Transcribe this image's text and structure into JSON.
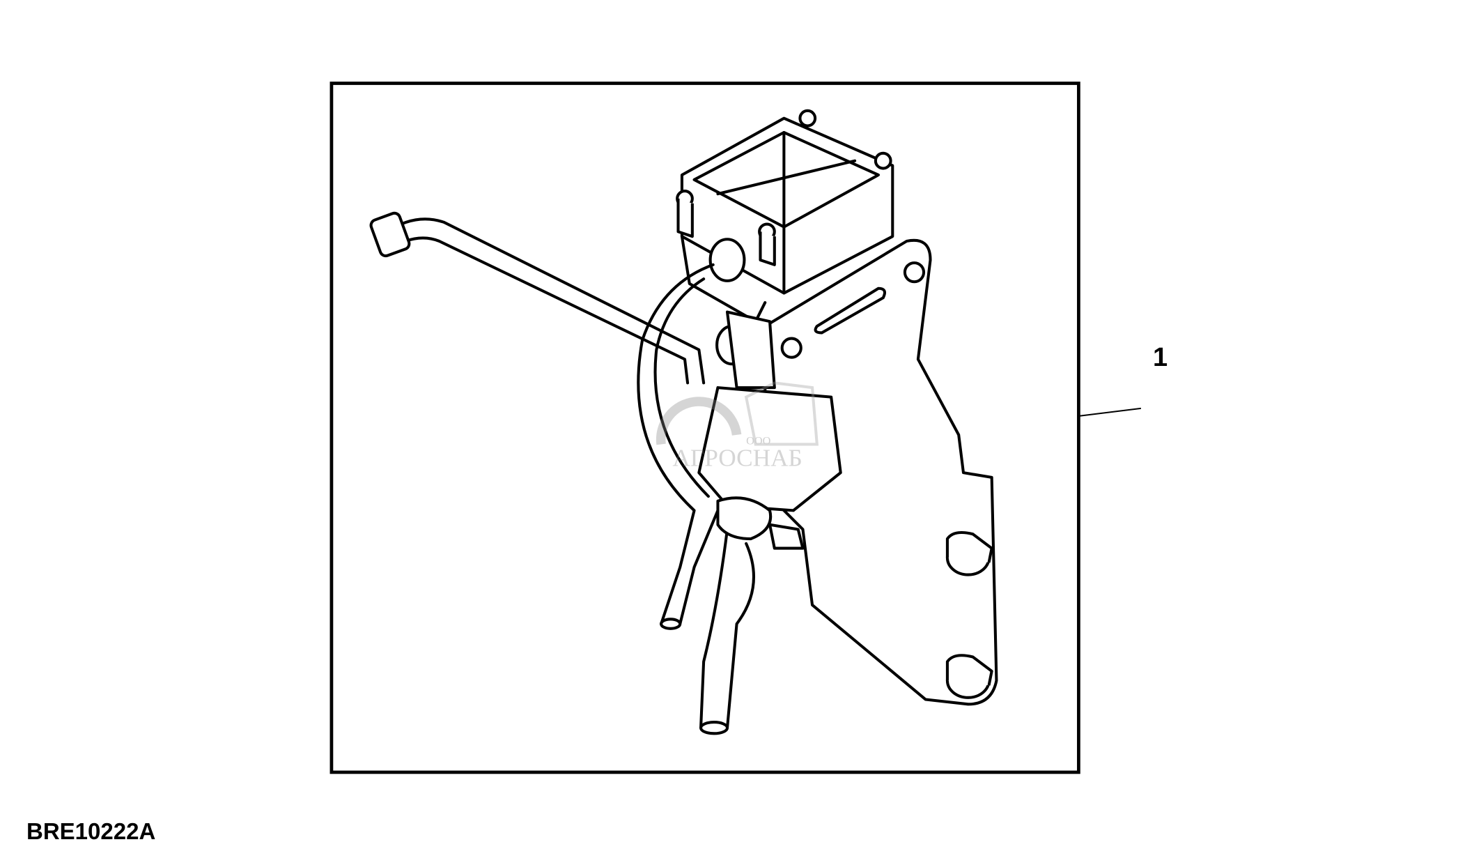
{
  "figure": {
    "id_label": "BRE10222A",
    "callouts": [
      {
        "number": "1"
      }
    ]
  },
  "watermark": {
    "line1": "ООО",
    "line2": "АГРОСНАБ"
  }
}
